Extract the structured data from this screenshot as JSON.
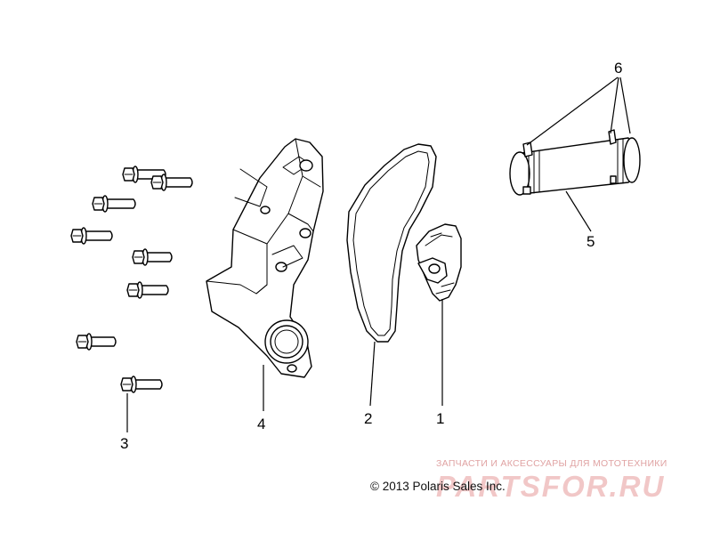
{
  "diagram": {
    "callouts": [
      {
        "id": "1",
        "label": "1"
      },
      {
        "id": "2",
        "label": "2"
      },
      {
        "id": "3",
        "label": "3"
      },
      {
        "id": "4",
        "label": "4"
      },
      {
        "id": "5",
        "label": "5"
      },
      {
        "id": "6",
        "label": "6"
      }
    ],
    "copyright": "© 2013 Polaris Sales Inc.",
    "watermark": {
      "tagline": "ЗАПЧАСТИ И АКСЕССУАРЫ ДЛЯ МОТОТЕХНИКИ",
      "logo": "PARTSFOR.RU"
    },
    "colors": {
      "line": "#000000",
      "background": "#ffffff",
      "watermark": "#e8b4b4"
    }
  }
}
